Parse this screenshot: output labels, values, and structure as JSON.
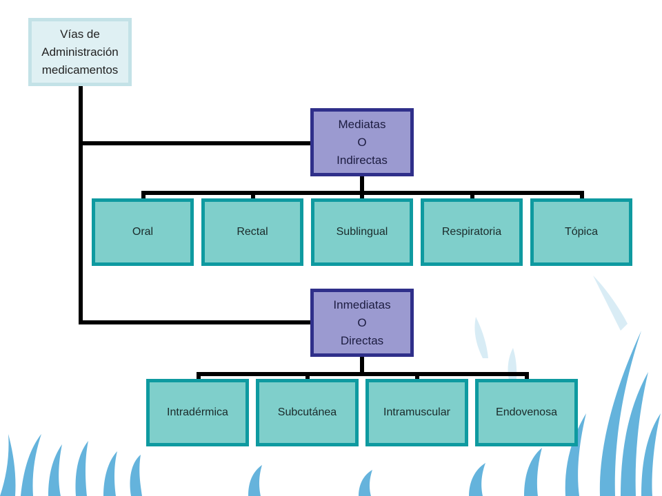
{
  "diagram": {
    "root": {
      "lines": [
        "Vías de",
        "Administración",
        "medicamentos"
      ]
    },
    "groups": [
      {
        "id": "mediatas",
        "lines": [
          "Mediatas",
          "O",
          "Indirectas"
        ],
        "children": [
          "Oral",
          "Rectal",
          "Sublingual",
          "Respiratoria",
          "Tópica"
        ]
      },
      {
        "id": "inmediatas",
        "lines": [
          "Inmediatas",
          "O",
          "Directas"
        ],
        "children": [
          "Intradérmica",
          "Subcutánea",
          "Intramuscular",
          "Endovenosa"
        ]
      }
    ]
  },
  "colors": {
    "root_fill": "#dff0f3",
    "root_border": "#c3e2e7",
    "group_fill": "#9b9ad0",
    "group_border": "#2f2f8a",
    "leaf_fill": "#7fcfcb",
    "leaf_border": "#0e9aa0",
    "connector": "#000000",
    "grass": "#4aa6d6"
  }
}
